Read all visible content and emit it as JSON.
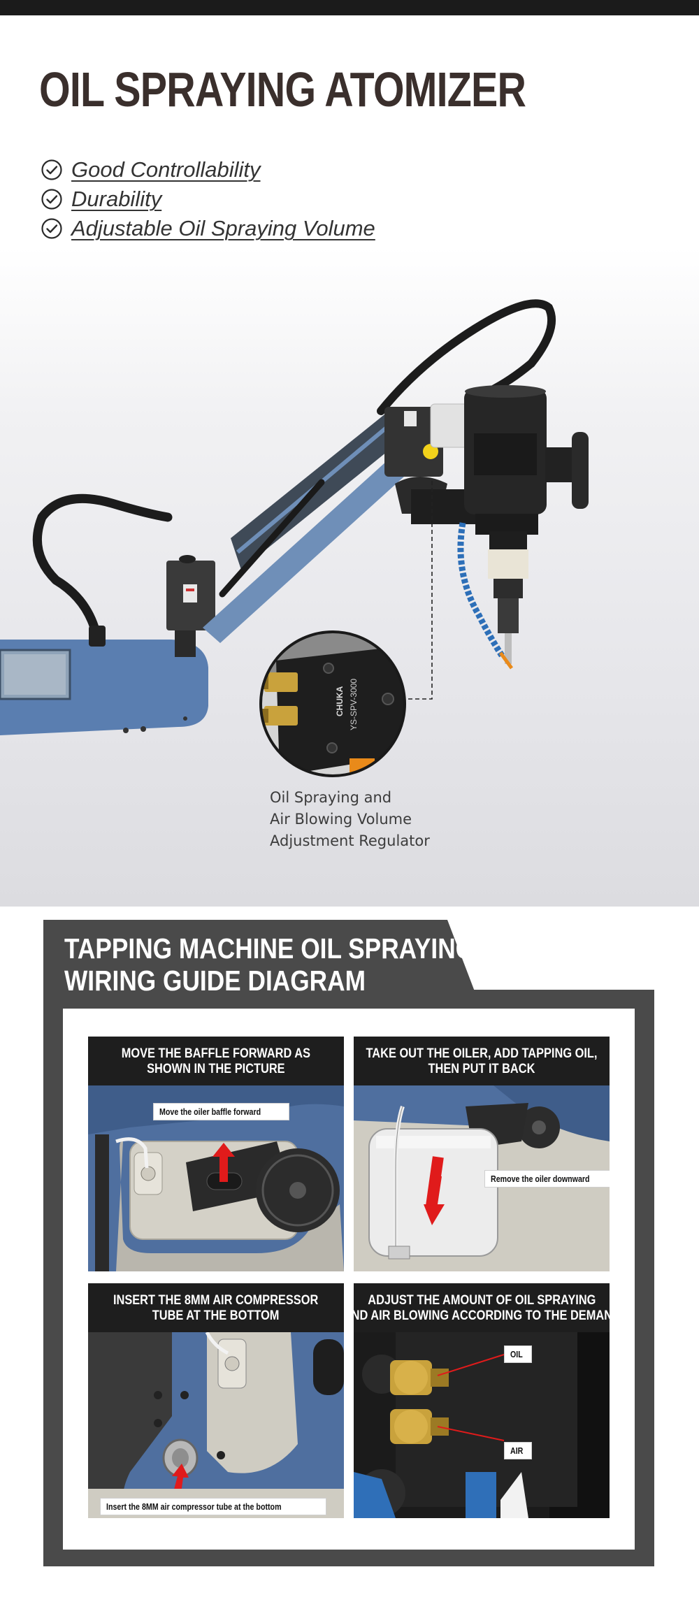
{
  "hero": {
    "title": "OIL SPRAYING ATOMIZER",
    "features": [
      "Good Controllability",
      "Durability",
      "Adjustable Oil Spraying Volume"
    ],
    "regulator_brand": "CHUKA",
    "regulator_model": "YS-SPV-3000",
    "regulator_caption": [
      "Oil Spraying and",
      "Air Blowing Volume",
      "Adjustment Regulator"
    ],
    "colors": {
      "title": "#3a2f2c",
      "arm_blue": "#6f8fb8",
      "base_blue": "#5a7eb0",
      "yellow_knob": "#f2d21b"
    }
  },
  "guide": {
    "title_lines": [
      "TAPPING MACHINE OIL SPRAYING",
      "WIRING GUIDE DIAGRAM"
    ],
    "panels": [
      {
        "heading_lines": [
          "MOVE THE BAFFLE FORWARD AS",
          "SHOWN IN THE PICTURE"
        ],
        "callout": "Move the oiler baffle forward"
      },
      {
        "heading_lines": [
          "TAKE OUT THE OILER, ADD TAPPING OIL,",
          "THEN PUT IT BACK"
        ],
        "callout": "Remove the oiler downward"
      },
      {
        "heading_lines": [
          "INSERT THE 8MM AIR COMPRESSOR",
          "TUBE AT THE BOTTOM"
        ],
        "callout": "Insert the 8MM air compressor tube at the bottom"
      },
      {
        "heading_lines": [
          "ADJUST THE AMOUNT OF OIL SPRAYING",
          "AND AIR BLOWING ACCORDING TO THE DEMAND"
        ],
        "callout_oil": "OIL",
        "callout_air": "AIR"
      }
    ],
    "colors": {
      "frame": "#4a4a4a",
      "panel_head": "#1e1e1e",
      "arrow_red": "#e01b1b"
    }
  }
}
